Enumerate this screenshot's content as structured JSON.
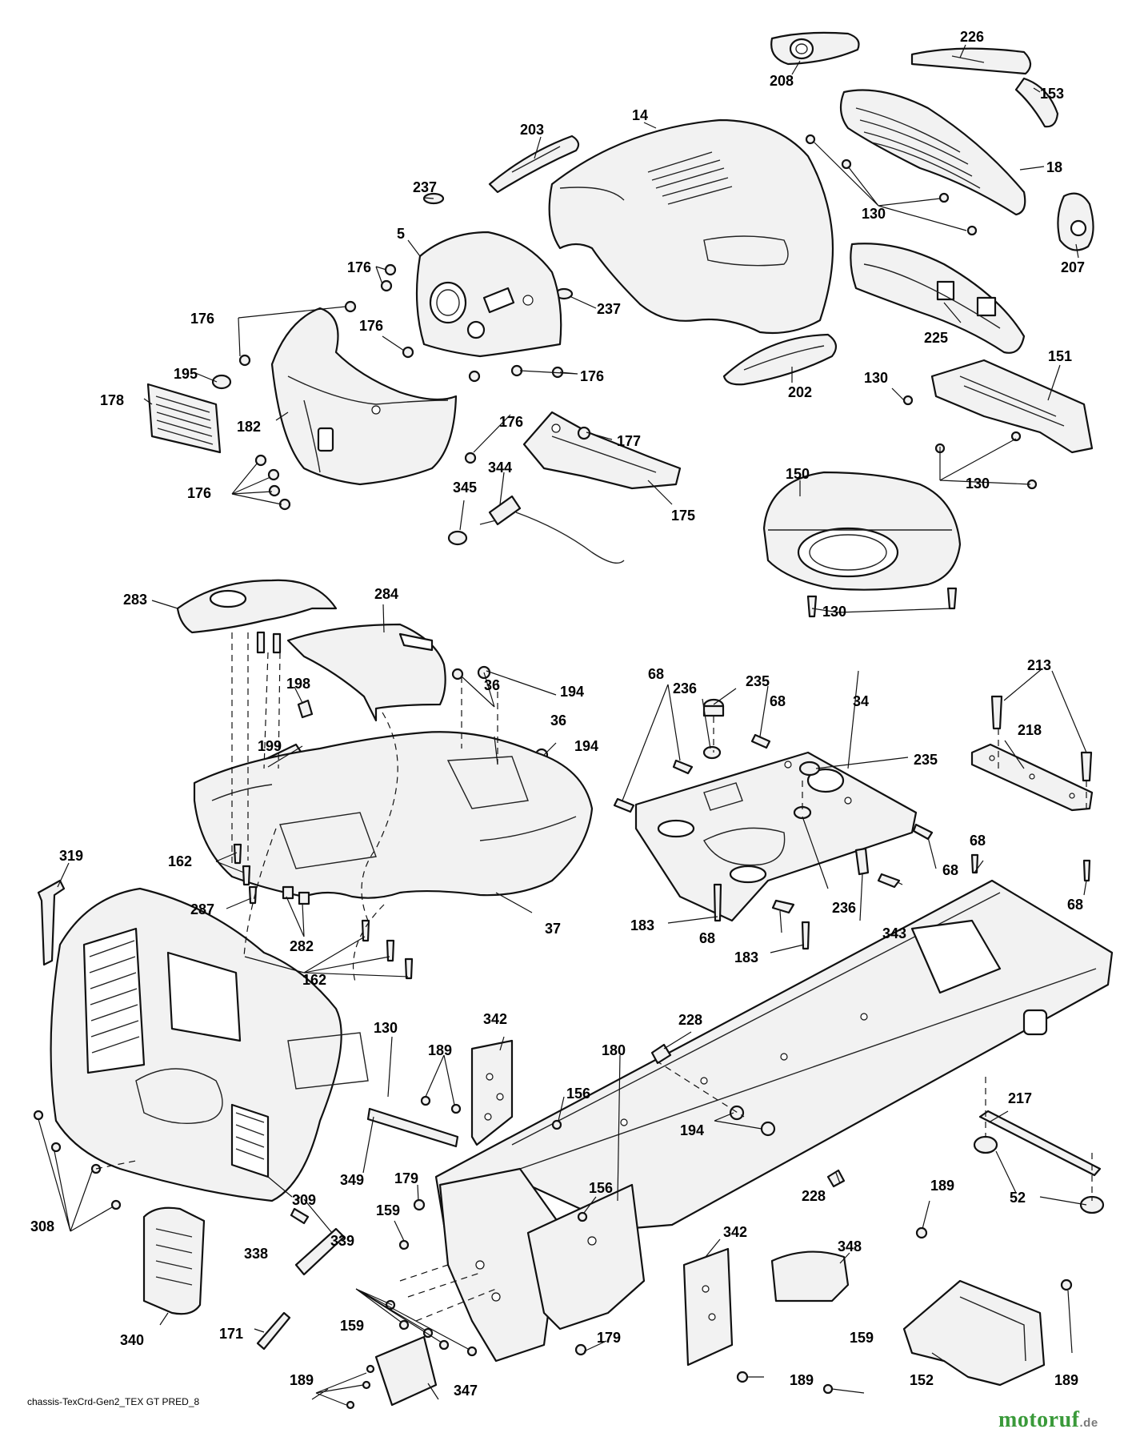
{
  "diagram": {
    "labels": [
      "208",
      "226",
      "153",
      "14",
      "203",
      "18",
      "130",
      "237",
      "207",
      "5",
      "176",
      "225",
      "151",
      "195",
      "178",
      "182",
      "202",
      "177",
      "175",
      "344",
      "345",
      "150",
      "283",
      "284",
      "198",
      "36",
      "194",
      "235",
      "236",
      "68",
      "34",
      "213",
      "218",
      "199",
      "319",
      "162",
      "287",
      "282",
      "37",
      "183",
      "343",
      "342",
      "189",
      "156",
      "180",
      "228",
      "349",
      "179",
      "159",
      "217",
      "52",
      "309",
      "308",
      "338",
      "339",
      "348",
      "340",
      "171",
      "347",
      "152"
    ]
  },
  "footer": {
    "code": "chassis-TexCrd-Gen2_TEX GT PRED_8"
  },
  "brand": {
    "name": "motoruf",
    "tld": ".de"
  }
}
